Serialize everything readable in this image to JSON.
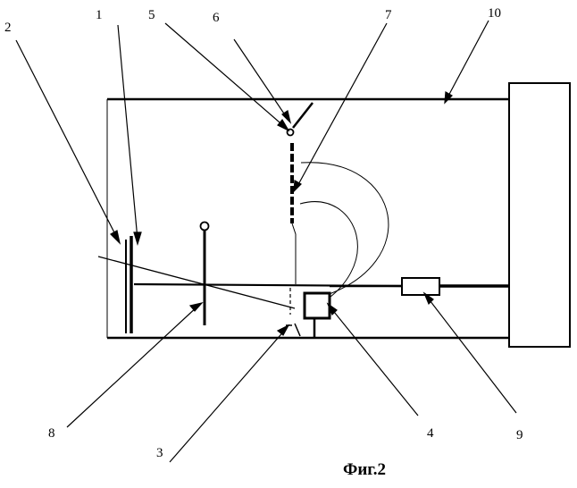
{
  "figure": {
    "caption": "Фиг.2"
  },
  "labels": {
    "l1": "1",
    "l2": "2",
    "l3": "3",
    "l4": "4",
    "l5": "5",
    "l6": "6",
    "l7": "7",
    "l8": "8",
    "l9": "9",
    "l10": "10"
  }
}
